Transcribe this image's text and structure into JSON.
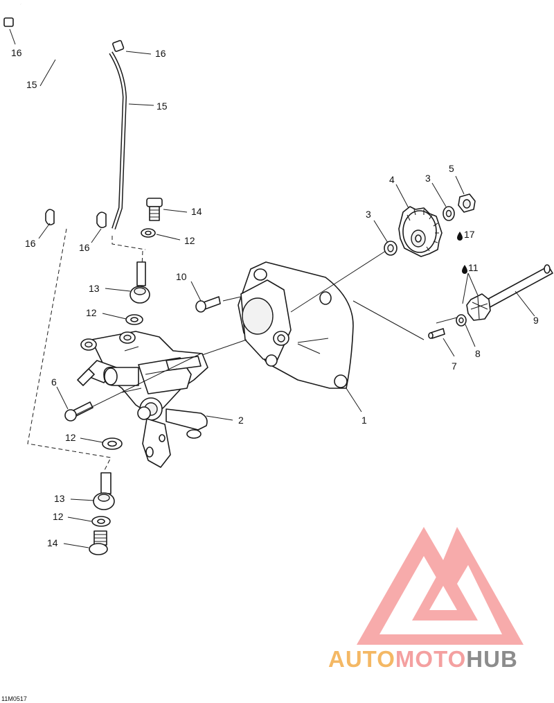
{
  "diagram": {
    "reference_code": "11M0517",
    "callouts": [
      {
        "id": "c16a",
        "label": "16"
      },
      {
        "id": "c15a",
        "label": "15"
      },
      {
        "id": "c16b",
        "label": "16"
      },
      {
        "id": "c15b",
        "label": "15"
      },
      {
        "id": "c16c",
        "label": "16"
      },
      {
        "id": "c16d",
        "label": "16"
      },
      {
        "id": "c14a",
        "label": "14"
      },
      {
        "id": "c12a",
        "label": "12"
      },
      {
        "id": "c10",
        "label": "10"
      },
      {
        "id": "c13a",
        "label": "13"
      },
      {
        "id": "c12b",
        "label": "12"
      },
      {
        "id": "c6",
        "label": "6"
      },
      {
        "id": "c12c",
        "label": "12"
      },
      {
        "id": "c13b",
        "label": "13"
      },
      {
        "id": "c12d",
        "label": "12"
      },
      {
        "id": "c14b",
        "label": "14"
      },
      {
        "id": "c2",
        "label": "2"
      },
      {
        "id": "c1",
        "label": "1"
      },
      {
        "id": "c3a",
        "label": "3"
      },
      {
        "id": "c4",
        "label": "4"
      },
      {
        "id": "c3b",
        "label": "3"
      },
      {
        "id": "c5",
        "label": "5"
      },
      {
        "id": "c17",
        "label": "17"
      },
      {
        "id": "c11",
        "label": "11"
      },
      {
        "id": "c9",
        "label": "9"
      },
      {
        "id": "c8",
        "label": "8"
      },
      {
        "id": "c7",
        "label": "7"
      }
    ]
  },
  "watermark": {
    "part1": "AUTO",
    "part2": "MOTO",
    "part3": "HUB",
    "color_auto": "#f4b864",
    "color_moto": "#f4a0a0",
    "color_hub": "#8c8c8c"
  }
}
